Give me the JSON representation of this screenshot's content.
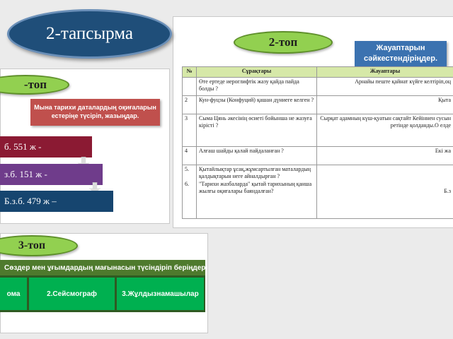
{
  "title": "2-тапсырма",
  "group1": {
    "label": "-топ",
    "task": "Мына тарихи даталардың оқиғаларын естеріңе түсіріп, жазыңдар.",
    "steps": [
      "б. 551 ж -",
      "з.б. 151 ж -",
      "Б.з.б. 479 ж –"
    ]
  },
  "group2": {
    "label": "2-топ",
    "task": "Жауаптарын сәйкестендіріңдер.",
    "headers": [
      "№",
      "Сұрақтары",
      "Жауаптары"
    ],
    "rows": [
      {
        "num": "",
        "q": "Өте ертеде иероглифтік жазу қайда пайда болды ?",
        "a": "Арнайы пеште қайнат күйге келтіріп,оц"
      },
      {
        "num": "2",
        "q": "Кун-фуцзы (Конфуций) қашан дүниеге келген ?",
        "a": "Қыта"
      },
      {
        "num": "3",
        "q": "Сыма Цянь әкесінің өсиеті бойынша не жазуға кірісті ?",
        "a": "Сырқат адамның күш-қуатын сақтайт Кейіннен сусын ретінде қолданды.О елде"
      },
      {
        "num": "4",
        "q": "Алғаш шайды қалай пайдаланған ?",
        "a": "Екі жа"
      },
      {
        "num": "5.\n\n6.",
        "q": "Қытайлықтар ұсақ,жұмсартылған маталардың қалдықтарын неге айналдырған ?\n\"Тарихи жазбаларда\" қытай тарихының қанша жылғы оқиғалары баяндалған?",
        "a": "Б.з"
      }
    ]
  },
  "group3": {
    "label": "3-топ",
    "task": "Сөздер мен ұғымдардың мағынасын түсіндіріп беріңдер.",
    "terms": [
      "ома",
      "2.Сейсмограф",
      "3.Жұлдызнамашылар"
    ]
  },
  "colors": {
    "title_bg": "#1f4e79",
    "green_ellipse": "#92d050",
    "red_box": "#c0504d",
    "blue_box": "#3b72b0",
    "step1": "#8b1a33",
    "step2": "#6f3c8b",
    "step3": "#16456f",
    "table_header": "#d6e8a8",
    "banner": "#4e7a2d",
    "term": "#00b050"
  }
}
